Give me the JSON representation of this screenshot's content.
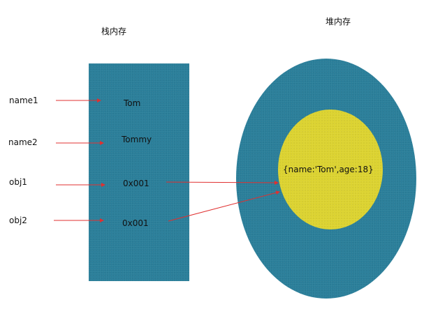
{
  "headings": {
    "stack": "栈内存",
    "heap": "堆内存"
  },
  "variables": [
    {
      "name": "name1",
      "value": "Tom"
    },
    {
      "name": "name2",
      "value": "Tommy"
    },
    {
      "name": "obj1",
      "value": "0x001"
    },
    {
      "name": "obj2",
      "value": "0x001"
    }
  ],
  "heap_object": "{name:'Tom',age:18}",
  "colors": {
    "block_fill": "#2a7e9a",
    "object_fill": "#dcd330",
    "arrow": "#e03030"
  }
}
